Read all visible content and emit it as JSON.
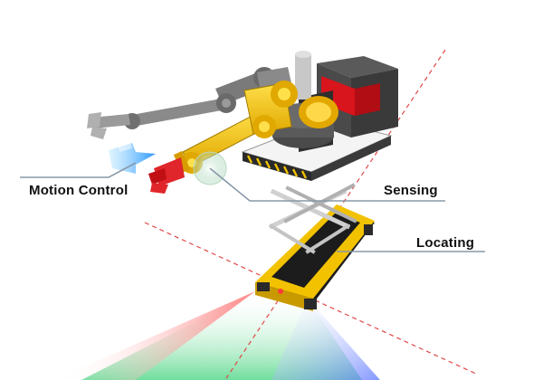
{
  "labels": {
    "motion_control": "Motion Control",
    "sensing": "Sensing",
    "locating": "Locating"
  },
  "colors": {
    "arm_yellow": "#f2c200",
    "arm_yellow_dark": "#b68c00",
    "gripper_red": "#e0262a",
    "panel_red": "#d8141c",
    "box_dark": "#3a3a3a",
    "steel_gray": "#9a9a9a",
    "callout_line": "#8898a8",
    "axis_dashed": "#e04848",
    "motion_arrow_blue": "#2aa6ff",
    "base_black": "#1c1c1c"
  }
}
